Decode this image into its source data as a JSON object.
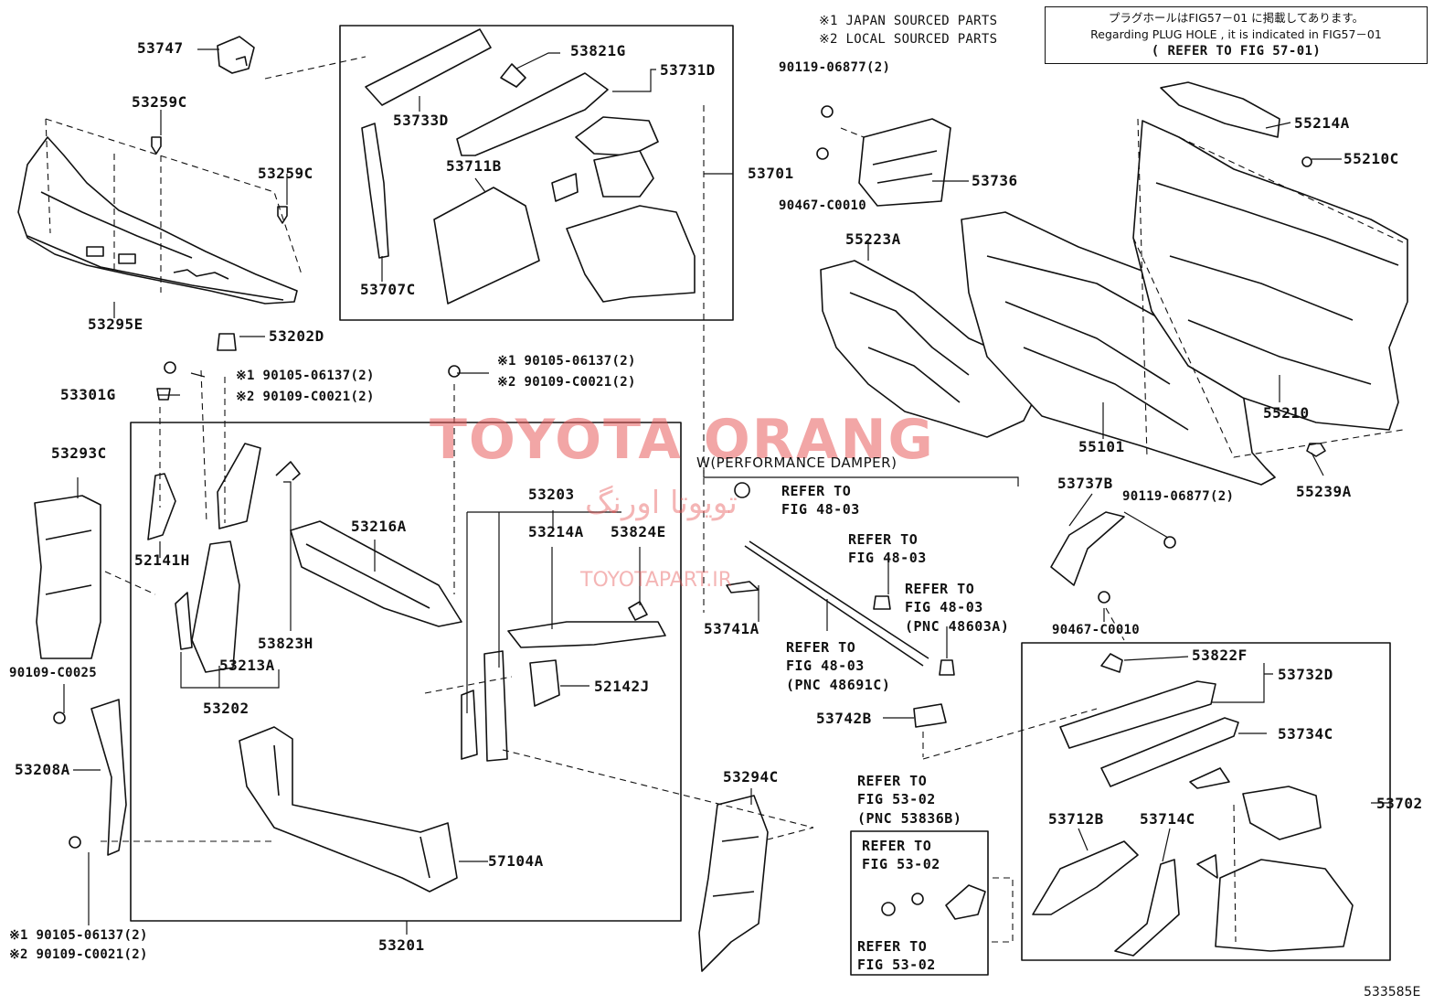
{
  "header": {
    "legend_1": "※1 JAPAN SOURCED PARTS",
    "legend_2": "※2 LOCAL SOURCED PARTS",
    "note_jp": "プラグホールはFIG57－01 に掲載してあります。",
    "note_en": "Regarding PLUG HOLE , it is indicated in FIG57－01",
    "note_ref": "( REFER TO FIG 57-01)"
  },
  "watermark": {
    "brand": "TOYOTA ORANG",
    "persian": "تویوتا اورنگ",
    "site": "TOYOTAPART.IR"
  },
  "variant_label": "W(PERFORMANCE DAMPER)",
  "catalog_number": "533585E",
  "labels": {
    "p53747": "53747",
    "p53259c_a": "53259C",
    "p53259c_b": "53259C",
    "p53295e": "53295E",
    "p53733d": "53733D",
    "p53821g": "53821G",
    "p53731d": "53731D",
    "p53711b": "53711B",
    "p53707c": "53707C",
    "p53701": "53701",
    "p90119_a": "90119-06877(2)",
    "p90467_a": "90467-C0010",
    "p53736": "53736",
    "p55214a": "55214A",
    "p55210c": "55210C",
    "p55223a": "55223A",
    "p55101": "55101",
    "p55210": "55210",
    "p55239a": "55239A",
    "p53202d": "53202D",
    "p53301g": "53301G",
    "p90105_a": "※1 90105-06137(2)",
    "p90109_a": "※2 90109-C0021(2)",
    "p90105_b": "※1 90105-06137(2)",
    "p90109_b": "※2 90109-C0021(2)",
    "p53293c": "53293C",
    "p52141h": "52141H",
    "p53216a": "53216A",
    "p53203": "53203",
    "p53214a": "53214A",
    "p53824e": "53824E",
    "p53823h": "53823H",
    "p53213a": "53213A",
    "p53202": "53202",
    "p52142j": "52142J",
    "p90109_c0025": "90109-C0025",
    "p53208a": "53208A",
    "p57104a": "57104A",
    "p53201": "53201",
    "p53294c": "53294C",
    "p90105_c": "※1 90105-06137(2)",
    "p90109_c": "※2 90109-C0021(2)",
    "p53741a": "53741A",
    "p53742b": "53742B",
    "p53737b": "53737B",
    "p90119_b": "90119-06877(2)",
    "p90467_b": "90467-C0010",
    "p53822f": "53822F",
    "p53732d": "53732D",
    "p53734c": "53734C",
    "p53702": "53702",
    "p53712b": "53712B",
    "p53714c": "53714C"
  },
  "refs": {
    "r1": "REFER TO\nFIG 48-03",
    "r2": "REFER TO\nFIG 48-03",
    "r3": "REFER TO\nFIG 48-03\n(PNC 48603A)",
    "r4": "REFER TO\nFIG 48-03\n(PNC 48691C)",
    "r5": "REFER TO\nFIG 53-02\n(PNC 53836B)",
    "r6": "REFER TO\nFIG 53-02",
    "r7": "REFER TO\nFIG 53-02"
  }
}
